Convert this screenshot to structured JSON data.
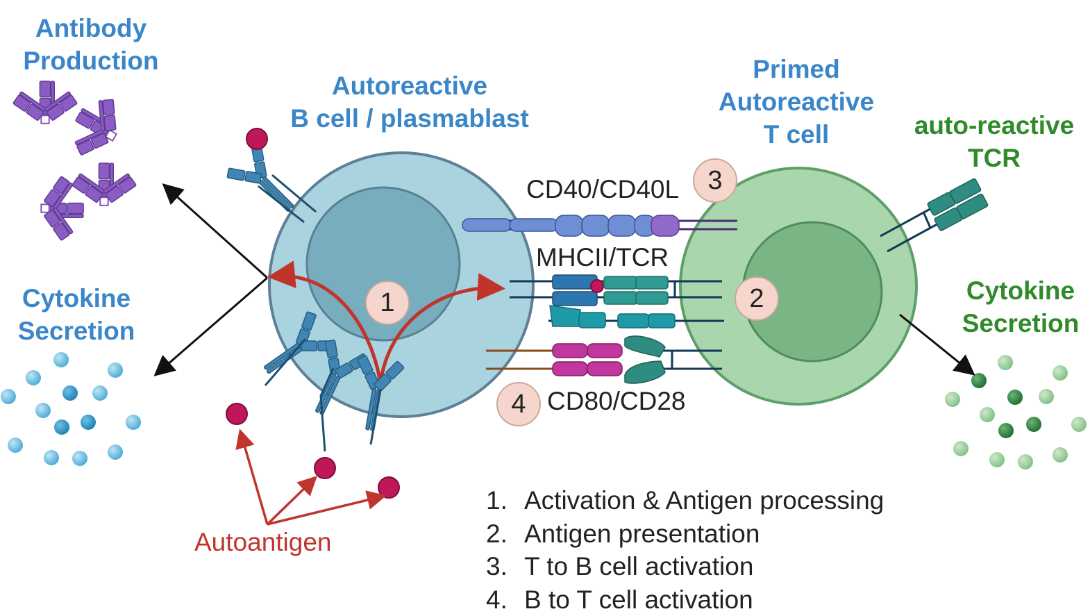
{
  "labels": {
    "antibody_production": [
      "Antibody",
      "Production"
    ],
    "cytokine_secretion_left": [
      "Cytokine",
      "Secretion"
    ],
    "b_cell": [
      "Autoreactive",
      "B cell / plasmablast"
    ],
    "t_cell": [
      "Primed",
      "Autoreactive",
      "T cell"
    ],
    "tcr": [
      "auto-reactive",
      "TCR"
    ],
    "cytokine_secretion_right": [
      "Cytokine",
      "Secretion"
    ],
    "autoantigen": "Autoantigen"
  },
  "molecules": {
    "cd40": "CD40/CD40L",
    "mhcii": "MHCII/TCR",
    "cd80": "CD80/CD28"
  },
  "badges": [
    "1",
    "2",
    "3",
    "4"
  ],
  "legend": [
    {
      "num": "1.",
      "text": "Activation & Antigen processing"
    },
    {
      "num": "2.",
      "text": "Antigen presentation"
    },
    {
      "num": "3.",
      "text": "T to B cell activation"
    },
    {
      "num": "4.",
      "text": "B to T cell activation"
    }
  ],
  "colors": {
    "b_cell_outer": "#a9d3df",
    "b_cell_inner": "#78adbd",
    "t_cell_outer": "#a9d6ad",
    "t_cell_inner": "#79b585",
    "antibody": "#7a4fb0",
    "bcr": "#3f86b5",
    "autoantigen": "#c0175a",
    "red_arrow": "#c0342c",
    "cytokine_blue": "#4aa9d6",
    "cytokine_green": "#3c9a4a"
  }
}
